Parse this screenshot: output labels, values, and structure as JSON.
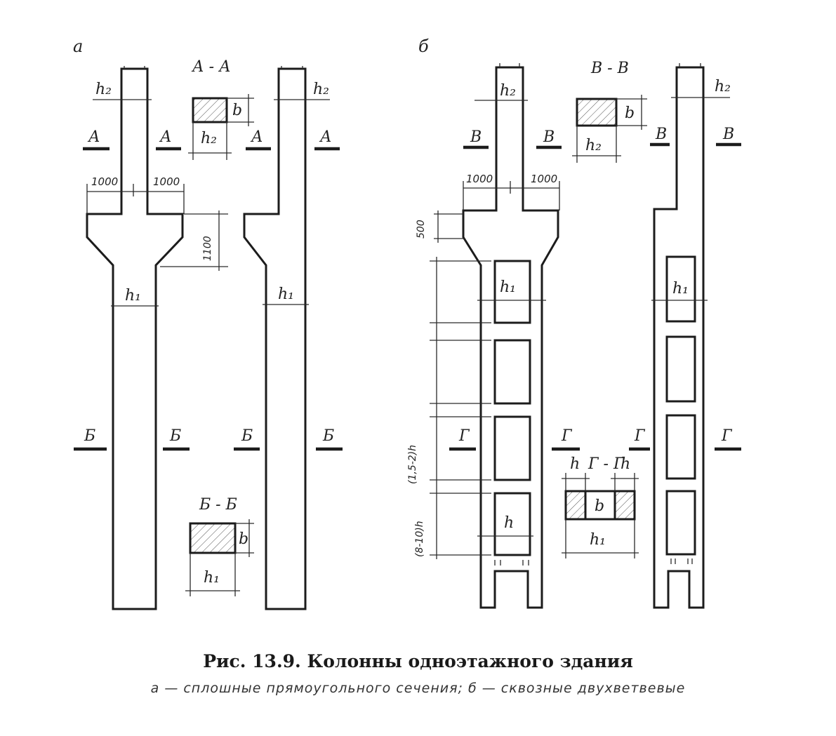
{
  "figure": {
    "panel_labels": {
      "a": "а",
      "b": "б"
    },
    "section_titles": {
      "aa": "А - А",
      "bb": "Б - Б",
      "vv": "В - В",
      "gg": "Г - Г"
    },
    "cut_marks": {
      "A": "А",
      "B": "Б",
      "V": "В",
      "G": "Г"
    },
    "dims": {
      "h1": "h₁",
      "h2": "h₂",
      "h": "h",
      "b": "b",
      "d1000": "1000",
      "d1100": "1100",
      "d500": "500",
      "d15_2h": "(1,5-2)h",
      "d8_10h": "(8-10)h"
    },
    "caption": {
      "title": "Рис. 13.9. Колонны одноэтажного здания",
      "subtitle": "а — сплошные прямоугольного сечения; б — сквозные двухветвевые"
    }
  }
}
